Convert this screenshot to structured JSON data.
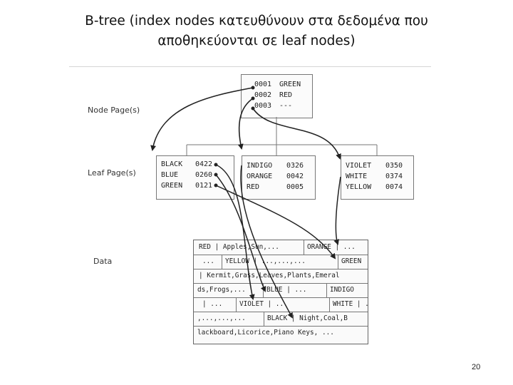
{
  "title": {
    "line1": "B-tree (index nodes κατευθύνουν στα δεδομένα που",
    "line2": "αποθηκεύονται σε leaf nodes)"
  },
  "labels": {
    "node_pages": "Node Page(s)",
    "leaf_pages": "Leaf Page(s)",
    "data": "Data"
  },
  "node_page": {
    "rows": [
      {
        "key": "0001",
        "value": "GREEN"
      },
      {
        "key": "0002",
        "value": "RED"
      },
      {
        "key": "0003",
        "value": "---"
      }
    ]
  },
  "leaf_pages": [
    {
      "rows": [
        {
          "name": "BLACK",
          "ref": "0422"
        },
        {
          "name": "BLUE",
          "ref": "0260"
        },
        {
          "name": "GREEN",
          "ref": "0121"
        }
      ]
    },
    {
      "rows": [
        {
          "name": "INDIGO",
          "ref": "0326"
        },
        {
          "name": "ORANGE",
          "ref": "0042"
        },
        {
          "name": "RED",
          "ref": "0005"
        }
      ]
    },
    {
      "rows": [
        {
          "name": "VIOLET",
          "ref": "0350"
        },
        {
          "name": "WHITE",
          "ref": "0374"
        },
        {
          "name": "YELLOW",
          "ref": "0074"
        }
      ]
    }
  ],
  "data_rows": [
    [
      "RED | Apples,Sun,...",
      "ORANGE | ..."
    ],
    [
      "...",
      "YELLOW | ...,...,...",
      "GREEN"
    ],
    [
      "| Kermit,Grass,Leaves,Plants,Emeral"
    ],
    [
      "ds,Frogs,...",
      "BLUE | ...",
      "INDIGO"
    ],
    [
      "| ...",
      "VIOLET | ...",
      "WHITE | ..."
    ],
    [
      ",...,...,...",
      "BLACK | Night,Coal,B"
    ],
    [
      "lackboard,Licorice,Piano Keys, ..."
    ]
  ],
  "page_number": "20"
}
